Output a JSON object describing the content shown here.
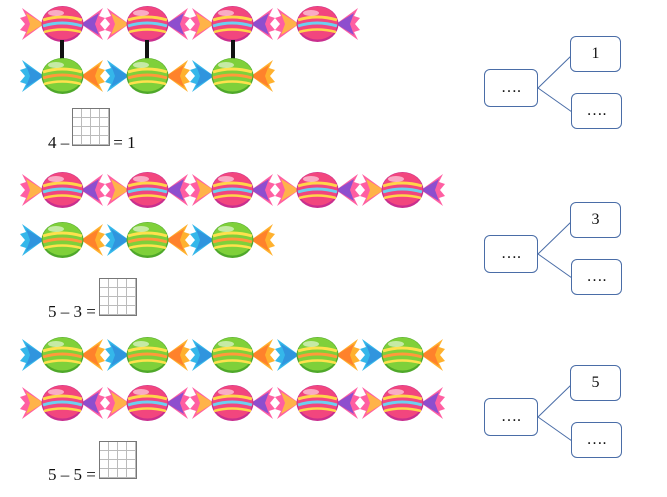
{
  "colors": {
    "pink_candy": "#e8437a",
    "green_candy": "#6cc531",
    "node_border": "#4a6da7"
  },
  "sections": [
    {
      "row1": {
        "candy": "pink",
        "count": 4
      },
      "row2": {
        "candy": "green",
        "count": 3
      },
      "links": 3,
      "equation": {
        "left": "4 –",
        "right": "= 1"
      },
      "tree": {
        "root": "….",
        "top": "1",
        "bottom": "…."
      }
    },
    {
      "row1": {
        "candy": "pink",
        "count": 5
      },
      "row2": {
        "candy": "green",
        "count": 3
      },
      "equation": {
        "left": "5 – 3 =",
        "right": ""
      },
      "tree": {
        "root": "….",
        "top": "3",
        "bottom": "…."
      }
    },
    {
      "row1": {
        "candy": "green",
        "count": 5
      },
      "row2": {
        "candy": "pink",
        "count": 5
      },
      "equation": {
        "left": "5 – 5 =",
        "right": ""
      },
      "tree": {
        "root": "….",
        "top": "5",
        "bottom": "…."
      }
    }
  ]
}
